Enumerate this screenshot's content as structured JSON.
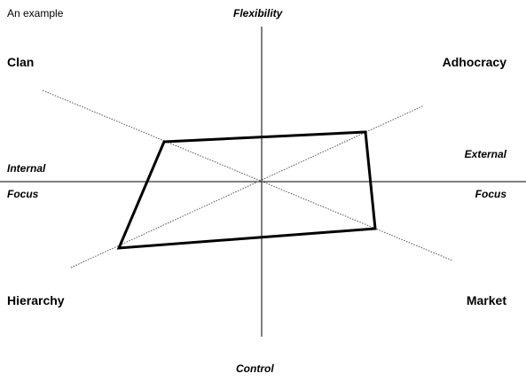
{
  "caption": "An example",
  "axes": {
    "top": "Flexibility",
    "bottom": "Control",
    "left_upper": "Internal",
    "left_lower": "Focus",
    "right_upper": "External",
    "right_lower": "Focus"
  },
  "quadrants": {
    "top_left": "Clan",
    "top_right": "Adhocracy",
    "bottom_left": "Hierarchy",
    "bottom_right": "Market"
  },
  "colors": {
    "lines": "#000000",
    "diagonals": "#555555",
    "background": "#ffffff"
  }
}
